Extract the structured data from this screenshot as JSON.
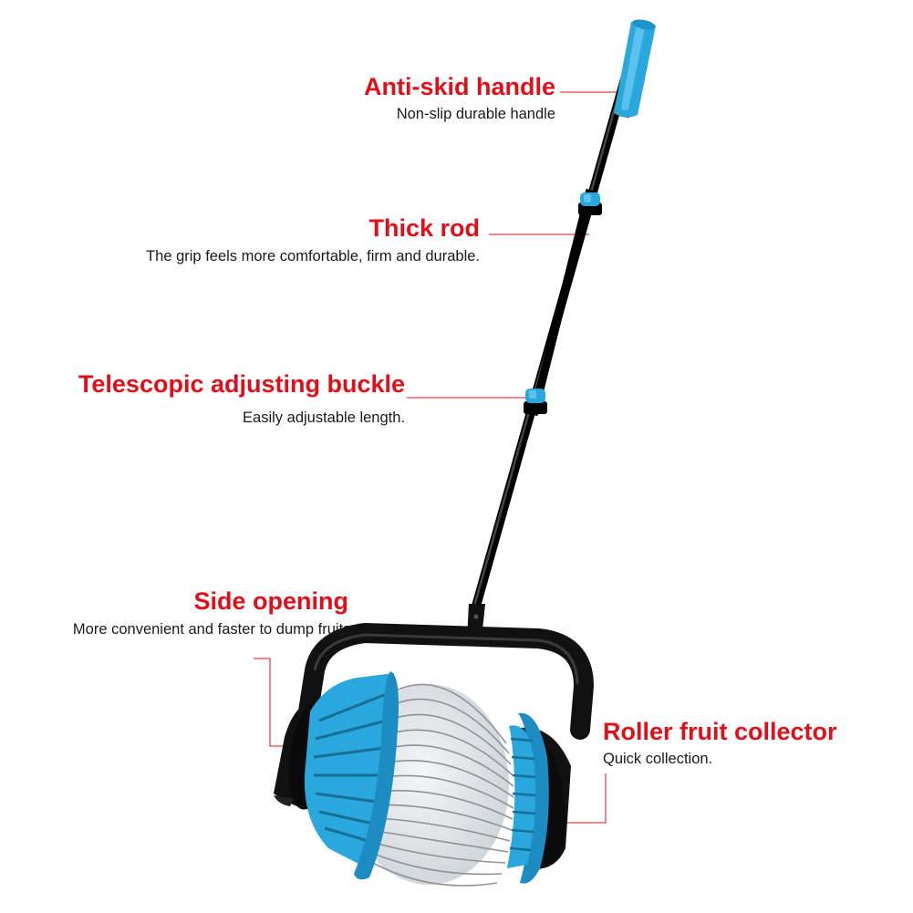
{
  "callouts": [
    {
      "title": "Anti-skid handle",
      "subtitle": "Non-slip durable handle"
    },
    {
      "title": "Thick rod",
      "subtitle": "The grip feels more comfortable, firm and durable."
    },
    {
      "title": "Telescopic adjusting buckle",
      "subtitle": "Easily adjustable length."
    },
    {
      "title": "Side opening",
      "subtitle": "More convenient and faster to dump fruits."
    },
    {
      "title": "Roller fruit collector",
      "subtitle": "Quick collection."
    }
  ],
  "colors": {
    "callout_title": "#e0101a",
    "callout_text": "#1a1a1a",
    "leader_line": "#e0101a",
    "product_blue": "#2aa7dd",
    "product_black": "#151515",
    "wire_silver": "#9aa0a6"
  },
  "icons": [
    "roller-fruit-collector-illustration"
  ]
}
